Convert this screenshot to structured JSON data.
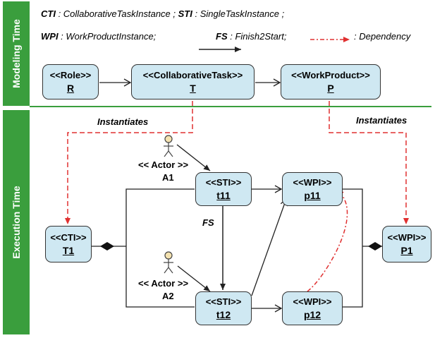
{
  "phases": {
    "modeling": "Modeling Time",
    "execution": "Execution Time"
  },
  "legend": {
    "cti_abbr": "CTI",
    "cti_desc": " : CollaborativeTaskInstance ; ",
    "sti_abbr": "STI",
    "sti_desc": " : SingleTaskInstance ;",
    "wpi_abbr": "WPI",
    "wpi_desc": " : WorkProductInstance;",
    "fs_abbr": "FS",
    "fs_desc": " : Finish2Start;",
    "dependency": ": Dependency"
  },
  "model": {
    "role": {
      "head": "<<Role>>",
      "id": "R"
    },
    "task": {
      "head": "<<CollaborativeTask>>",
      "id": "T"
    },
    "product": {
      "head": "<<WorkProduct>>",
      "id": "P"
    }
  },
  "instantiates_left": "Instantiates",
  "instantiates_right": "Instantiates",
  "execution": {
    "cti": {
      "head": "<<CTI>>",
      "id": "T1"
    },
    "sti1": {
      "head": "<<STI>>",
      "id": "t11"
    },
    "sti2": {
      "head": "<<STI>>",
      "id": "t12"
    },
    "wpi1": {
      "head": "<<WPI>>",
      "id": "p11"
    },
    "wpi2": {
      "head": "<<WPI>>",
      "id": "p12"
    },
    "wpi_p1": {
      "head": "<<WPI>>",
      "id": "P1"
    },
    "actor1": {
      "stereotype": "<< Actor >>",
      "id": "A1"
    },
    "actor2": {
      "stereotype": "<< Actor >>",
      "id": "A2"
    },
    "fs_label": "FS"
  },
  "colors": {
    "band": "#3a9e3d",
    "box_fill": "#cfe8f2",
    "dependency": "#e03030",
    "actor_fill": "#f4e2b0"
  }
}
